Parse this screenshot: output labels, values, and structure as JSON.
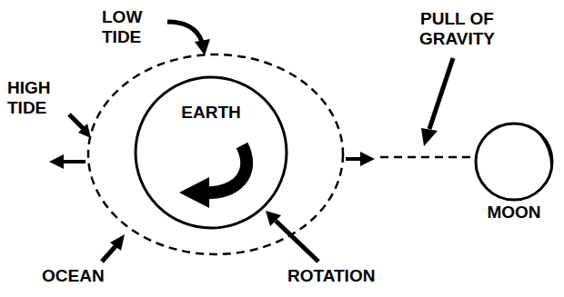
{
  "diagram": {
    "nodes": [
      {
        "text": [
          "EARTH"
        ]
      },
      {
        "text": [
          "MOON"
        ]
      }
    ],
    "edges": [
      {
        "from": 0,
        "to": 1,
        "arrow": "none"
      }
    ],
    "labels": [
      "LOW TIDE",
      "HIGH TIDE",
      "PULL OF GRAVITY",
      "OCEAN",
      "ROTATION"
    ]
  }
}
